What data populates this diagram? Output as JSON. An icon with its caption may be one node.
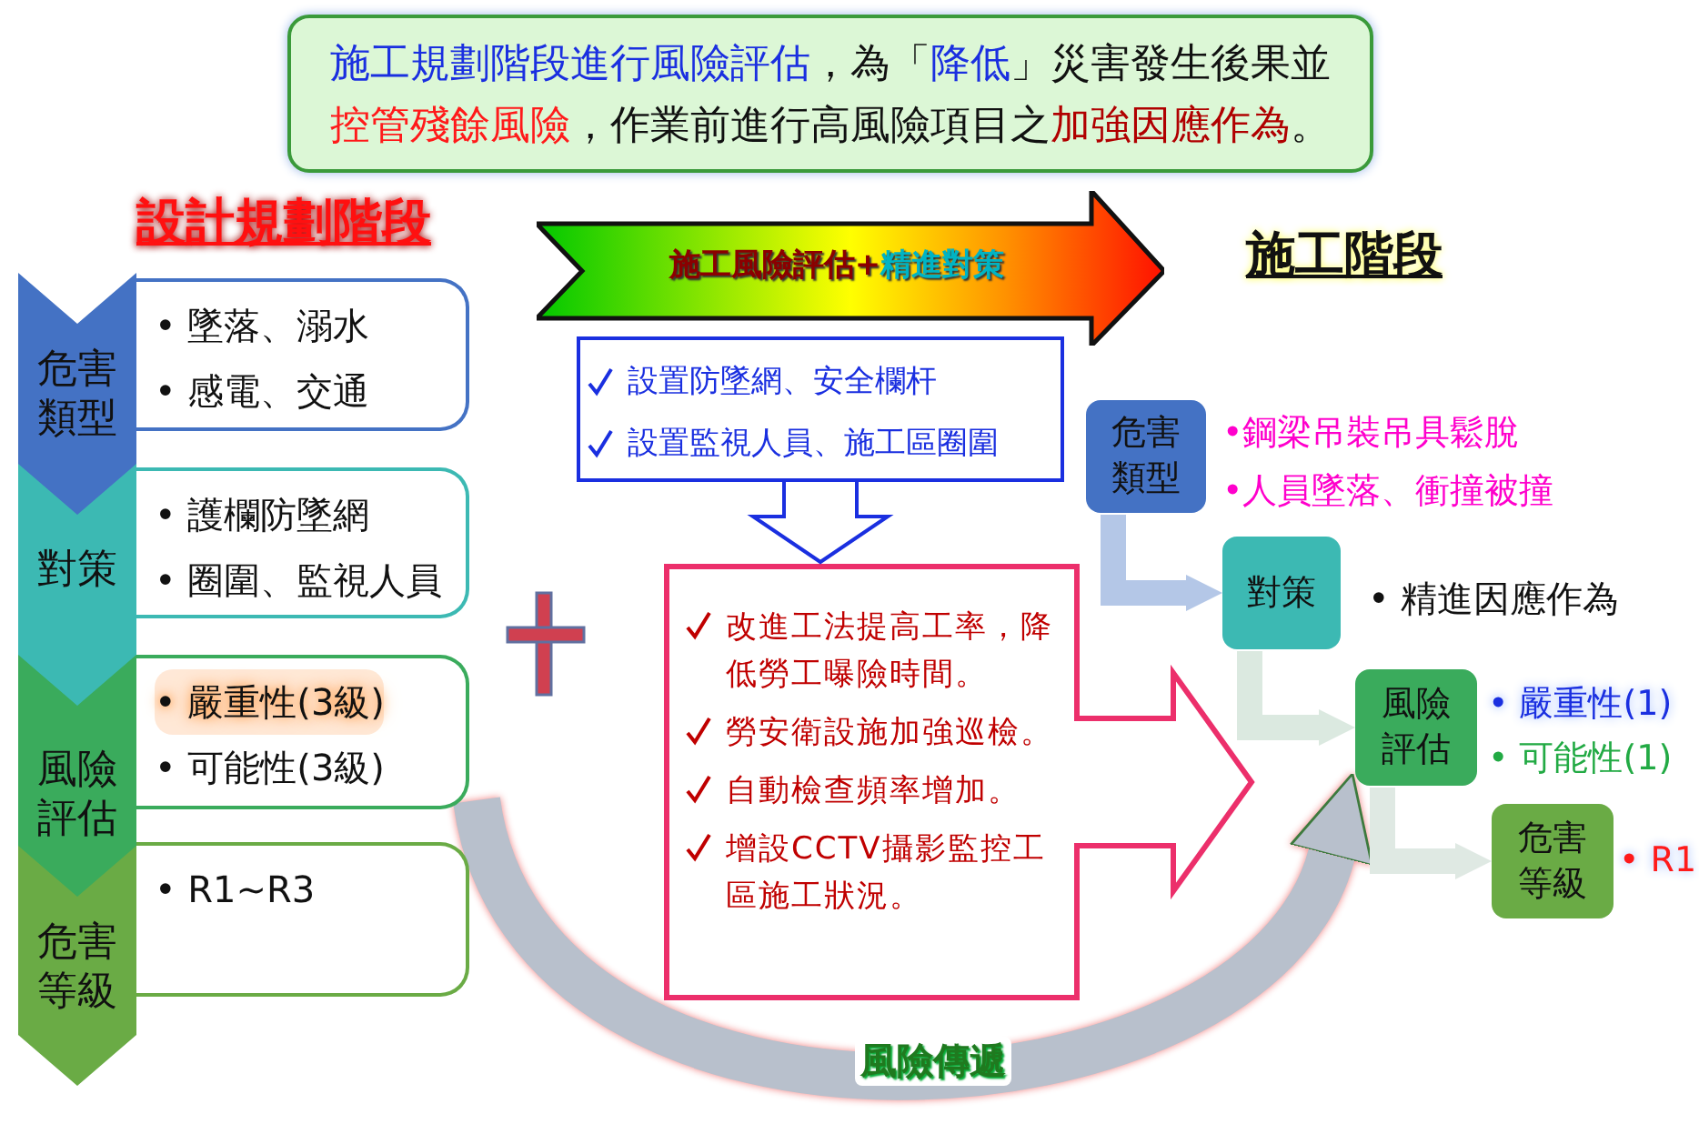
{
  "diagram": {
    "nodes": [
      {
        "text": [
          "施工規劃階段進行風險評估",
          "，為「",
          "降低",
          "」災害發生後果並",
          "控管殘餘風險",
          "，作業前進行高風險項目之",
          "加強因應作為",
          "。"
        ]
      },
      {
        "text": [
          "危害類型"
        ]
      },
      {
        "text": [
          "對策"
        ]
      },
      {
        "text": [
          "風險評估"
        ]
      },
      {
        "text": [
          "危害等級"
        ]
      },
      {
        "text": [
          "• 墜落、溺水",
          "• 感電、交通"
        ]
      },
      {
        "text": [
          "• 護欄防墜網",
          "• 圈圍、監視人員"
        ]
      },
      {
        "text": [
          "• 嚴重性(3級)",
          "• 可能性(3級)"
        ]
      },
      {
        "text": [
          "• R1~R3"
        ]
      },
      {
        "text": [
          "施工風險評估+",
          "精進對策"
        ]
      },
      {
        "text": [
          "設置防墜網、安全欄杆",
          "設置監視人員、施工區圈圍"
        ]
      },
      {
        "text": [
          "改進工法提高工率，降低勞工曝險時間。",
          "勞安衛設施加強巡檢。",
          "自動檢查頻率增加。",
          "增設CCTV攝影監控工區施工狀況。"
        ]
      },
      {
        "text": [
          "危害類型"
        ],
        "beside": [
          "•鋼梁吊裝吊具鬆脫",
          "•人員墜落、衝撞被撞"
        ]
      },
      {
        "text": [
          "對策"
        ],
        "beside": [
          "• 精進因應作為"
        ]
      },
      {
        "text": [
          "風險評估"
        ],
        "beside": [
          "• 嚴重性(1)",
          "• 可能性(1)"
        ]
      },
      {
        "text": [
          "危害等級"
        ],
        "beside": [
          "• R1"
        ]
      }
    ],
    "edges": [
      {
        "from": 10,
        "to": 11,
        "arrow": "to",
        "color": "#1a2fe0"
      },
      {
        "from": 7,
        "to": 14,
        "arrow": "to",
        "label": "風險傳遞",
        "style": "thick",
        "color": "#b8c0cc"
      },
      {
        "from": 12,
        "to": 13,
        "arrow": "to",
        "color": "#b4c7e7"
      },
      {
        "from": 13,
        "to": 14,
        "arrow": "to",
        "color": "#dbe9e0"
      },
      {
        "from": 14,
        "to": 15,
        "arrow": "to",
        "color": "#dfe9e3"
      }
    ],
    "labels": [
      "設計規劃階段",
      "施工階段"
    ]
  }
}
